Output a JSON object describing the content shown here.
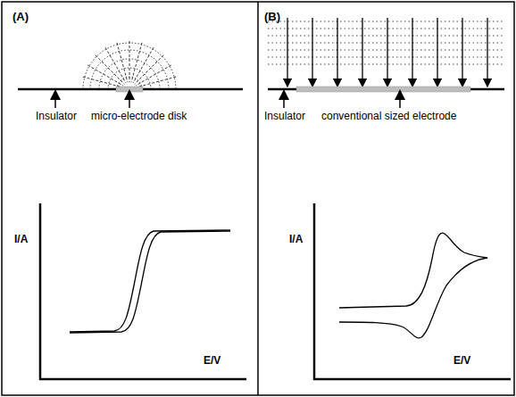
{
  "diagram": {
    "labels": [
      "(A)",
      "Insulator",
      "micro-electrode disk",
      "I/A",
      "E/V",
      "(B)",
      "Insulator",
      "conventional sized electrode",
      "I/A",
      "E/V"
    ]
  }
}
